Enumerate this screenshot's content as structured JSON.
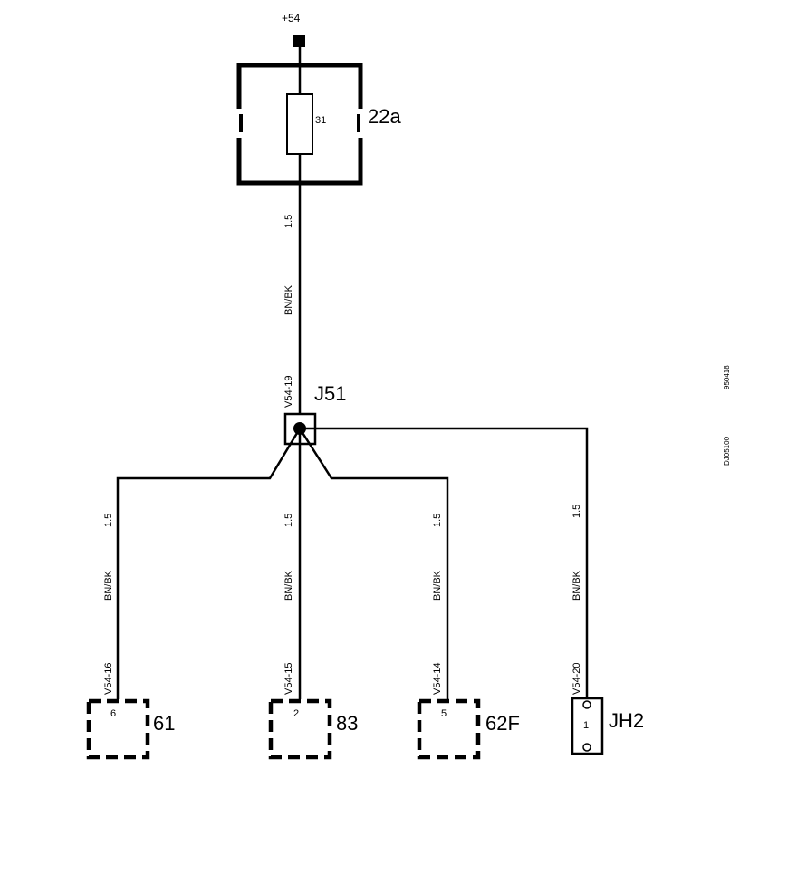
{
  "supply": {
    "label": "+54"
  },
  "fuse_box": {
    "id": "22a",
    "fuse_number": "31"
  },
  "junction": {
    "id": "J51",
    "pin_label": "V54-19"
  },
  "feed_wire": {
    "size": "1.5",
    "color": "BN/BK"
  },
  "side_codes": {
    "code_top": "950418",
    "code_bottom": "DJ05100"
  },
  "branches": [
    {
      "component": "61",
      "pin": "6",
      "pin_label": "V54-16",
      "size": "1.5",
      "color": "BN/BK"
    },
    {
      "component": "83",
      "pin": "2",
      "pin_label": "V54-15",
      "size": "1.5",
      "color": "BN/BK"
    },
    {
      "component": "62F",
      "pin": "5",
      "pin_label": "V54-14",
      "size": "1.5",
      "color": "BN/BK"
    },
    {
      "component": "JH2",
      "pin": "1",
      "pin_label": "V54-20",
      "size": "1.5",
      "color": "BN/BK"
    }
  ]
}
